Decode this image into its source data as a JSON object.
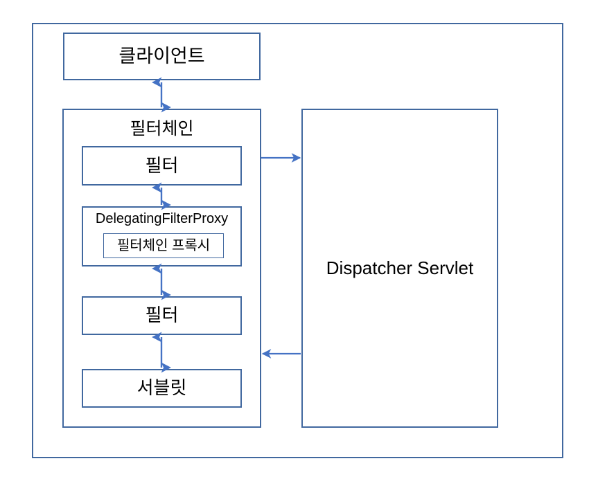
{
  "diagram": {
    "title": "Spring Security Filter Chain Architecture",
    "accent_color": "#41689f",
    "arrow_color": "#4472c4",
    "background_color": "#ffffff",
    "text_color": "#000000",
    "outer_container_label": "",
    "nodes": {
      "client": "클라이언트",
      "filterchain": "필터체인",
      "filter_upper": "필터",
      "delegating_filter_proxy": "DelegatingFilterProxy",
      "filterchain_proxy": "필터체인 프록시",
      "filter_lower": "필터",
      "servlet": "서블릿",
      "dispatcher_servlet": "Dispatcher Servlet"
    },
    "connectors": [
      {
        "name": "client-to-filterchain",
        "from": "클라이언트",
        "to": "필터체인",
        "style": "double-arrow",
        "orientation": "vertical"
      },
      {
        "name": "filterchain-to-dfp",
        "from": "필터",
        "to": "DelegatingFilterProxy",
        "style": "double-arrow",
        "orientation": "vertical"
      },
      {
        "name": "dfp-to-filter-lower",
        "from": "DelegatingFilterProxy",
        "to": "필터",
        "style": "double-arrow",
        "orientation": "vertical"
      },
      {
        "name": "filter-lower-to-servlet",
        "from": "필터",
        "to": "서블릿",
        "style": "double-arrow",
        "orientation": "vertical"
      },
      {
        "name": "filterchain-to-dispatcher",
        "from": "필터체인",
        "to": "Dispatcher Servlet",
        "style": "single-arrow-right",
        "orientation": "horizontal"
      },
      {
        "name": "dispatcher-to-filterchain",
        "from": "Dispatcher Servlet",
        "to": "필터체인",
        "style": "single-arrow-left",
        "orientation": "horizontal"
      }
    ]
  }
}
